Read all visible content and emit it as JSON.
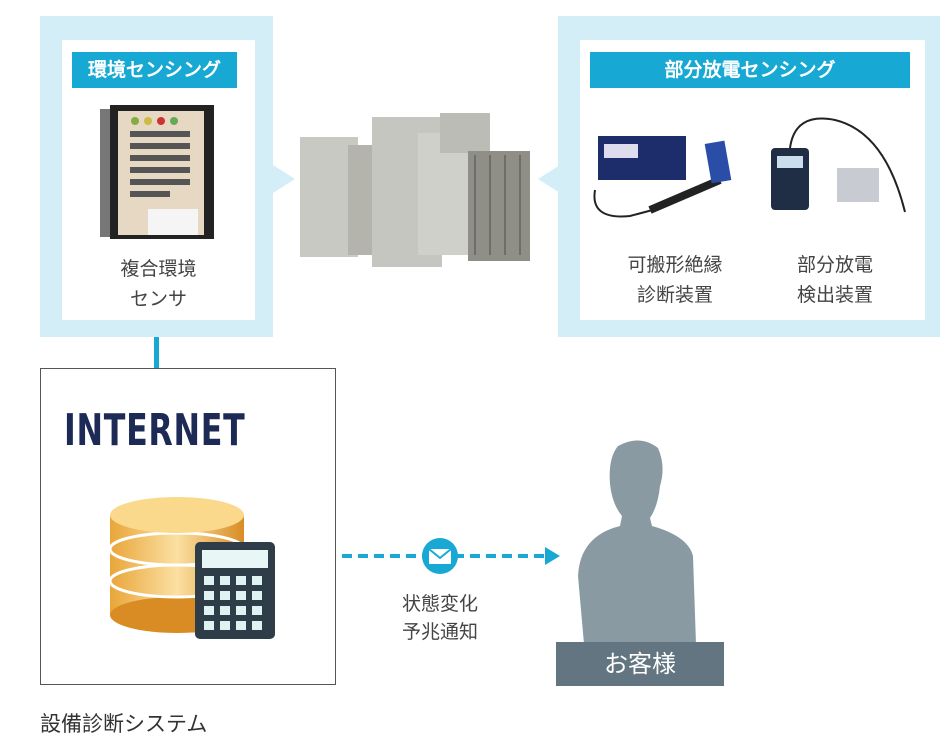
{
  "env_panel": {
    "title": "環境センシング",
    "device_label_line1": "複合環境",
    "device_label_line2": "センサ"
  },
  "pd_panel": {
    "title": "部分放電センシング",
    "devices": [
      {
        "line1": "可搬形絶縁",
        "line2": "診断装置"
      },
      {
        "line1": "部分放電",
        "line2": "検出装置"
      }
    ]
  },
  "internet": {
    "title": "INTERNET",
    "system_label": "設備診断システム"
  },
  "notification": {
    "line1": "状態変化",
    "line2": "予兆通知"
  },
  "customer": {
    "label": "お客様"
  },
  "colors": {
    "accent": "#17a9d3",
    "panel_bg": "#d4eef8",
    "customer": "#627580"
  }
}
